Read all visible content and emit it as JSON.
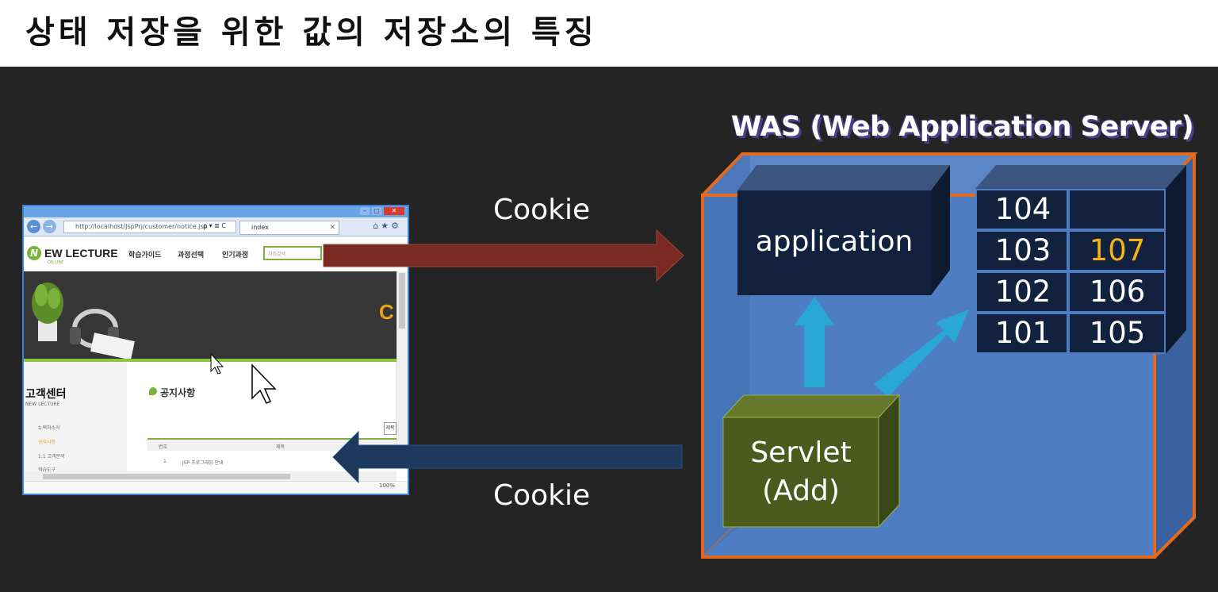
{
  "title": "상태 저장을 위한 값의 저장소의 특징",
  "browser": {
    "url": "http://localhost/JspPrj/customer/notice.jsp",
    "url_controls": "ρ ▾ ≣ C",
    "tab_title": "index",
    "logo": "EW LECTURE",
    "logo_mark": "N",
    "logo_sub": "ON LINE",
    "menu": [
      "학습가이드",
      "과정선택",
      "인기과정"
    ],
    "search_placeholder": "과정검색",
    "banner_letter": "C",
    "side_title": "고객센터",
    "side_sub": "NEW LECTURE",
    "side_items": [
      "뉴렉처소식",
      "공지사항",
      "1:1 고객문의",
      "학습도구"
    ],
    "notice_title": "공지사항",
    "write_button": "제목",
    "table_headers": [
      "번호",
      "제목"
    ],
    "table_row": [
      "1",
      "JSP 프로그래밍 안내"
    ],
    "zoom": "100%"
  },
  "arrows": {
    "request_label": "Cookie",
    "response_label": "Cookie"
  },
  "was": {
    "title": "WAS (Web Application Server)",
    "application_label": "application",
    "servlet_label_line1": "Servlet",
    "servlet_label_line2": "(Add)",
    "stack_left": [
      "104",
      "103",
      "102",
      "101"
    ],
    "stack_right": [
      "",
      "107",
      "106",
      "105"
    ]
  },
  "colors": {
    "orange_frame": "#e36a1e",
    "was_blue": "#4e7dc4",
    "dark_box": "#12213d",
    "servlet_green": "#4c5a1e",
    "request_arrow": "#7a2a22",
    "response_arrow": "#1d3a5e",
    "highlight": "#f4b416"
  }
}
